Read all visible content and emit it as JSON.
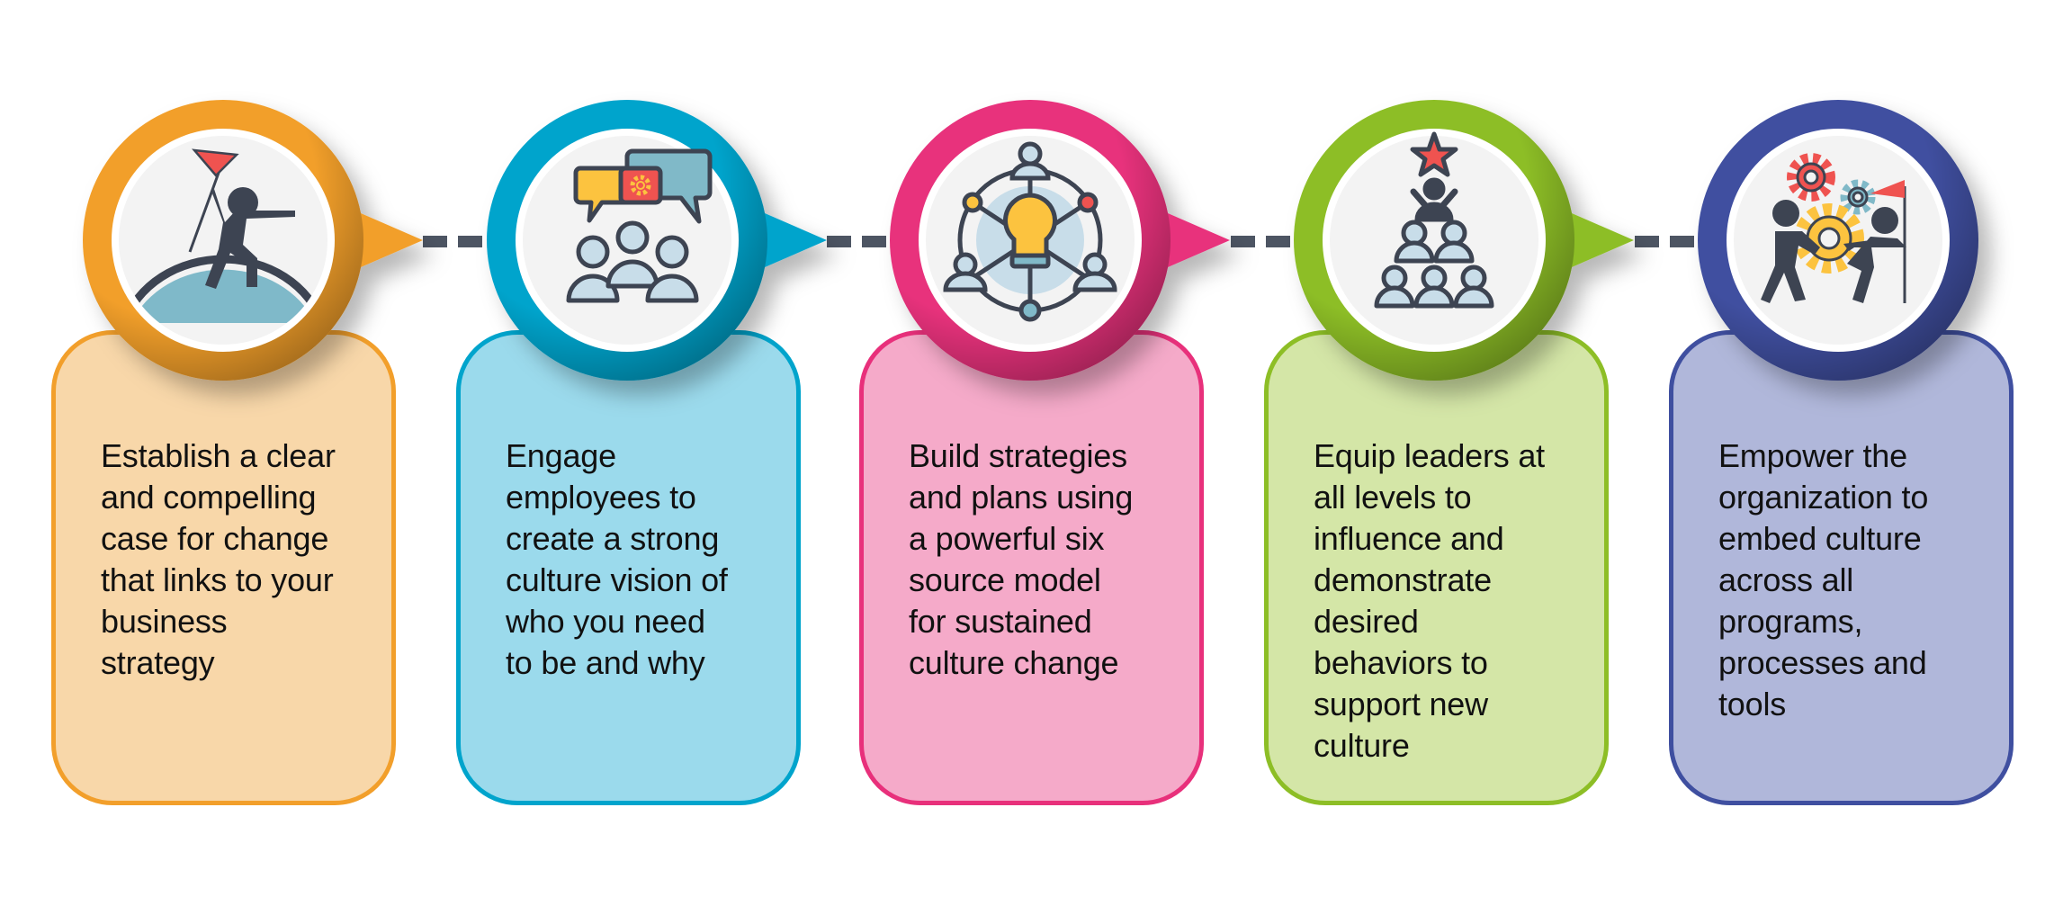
{
  "diagram": {
    "type": "process-steps",
    "connector_color": "#4d5563",
    "steps": [
      {
        "index": 1,
        "icon": "leader-flag-on-hill-icon",
        "ring_color": "#f29f2b",
        "card_fill": "#f8d7a9",
        "text": "Establish a clear and compelling case for change that links to your business strategy",
        "lines": [
          "Establish a clear",
          "and compelling",
          "case for change",
          "that links to your",
          "business",
          "strategy"
        ]
      },
      {
        "index": 2,
        "icon": "team-discussion-gear-icon",
        "ring_color": "#00a4cc",
        "card_fill": "#9bdaec",
        "text": "Engage employees to create a strong culture vision of who you need to be and why",
        "lines": [
          "Engage",
          "employees to",
          "create a strong",
          "culture vision of",
          "who you need",
          "to be and why"
        ]
      },
      {
        "index": 3,
        "icon": "lightbulb-network-icon",
        "ring_color": "#e8307b",
        "card_fill": "#f5aac9",
        "text": "Build strategies and plans using a powerful six source model for sustained culture change",
        "lines": [
          "Build strategies",
          "and plans using",
          "a powerful six",
          "source model",
          "for sustained",
          "culture change"
        ]
      },
      {
        "index": 4,
        "icon": "leader-pyramid-star-icon",
        "ring_color": "#8dbe26",
        "card_fill": "#d4e6a7",
        "text": "Equip leaders at all levels to influence and demonstrate desired behaviors to support new culture",
        "lines": [
          "Equip leaders at",
          "all levels to",
          "influence and",
          "demonstrate",
          "desired",
          "behaviors to",
          "support new",
          "culture"
        ]
      },
      {
        "index": 5,
        "icon": "teamwork-gears-flag-icon",
        "ring_color": "#3f4fa0",
        "card_fill": "#b0b7da",
        "text": "Empower the organization to embed culture across all programs, processes and tools",
        "lines": [
          "Empower the",
          "organization to",
          "embed culture",
          "across all",
          "programs,",
          "processes and",
          "tools"
        ]
      }
    ]
  }
}
